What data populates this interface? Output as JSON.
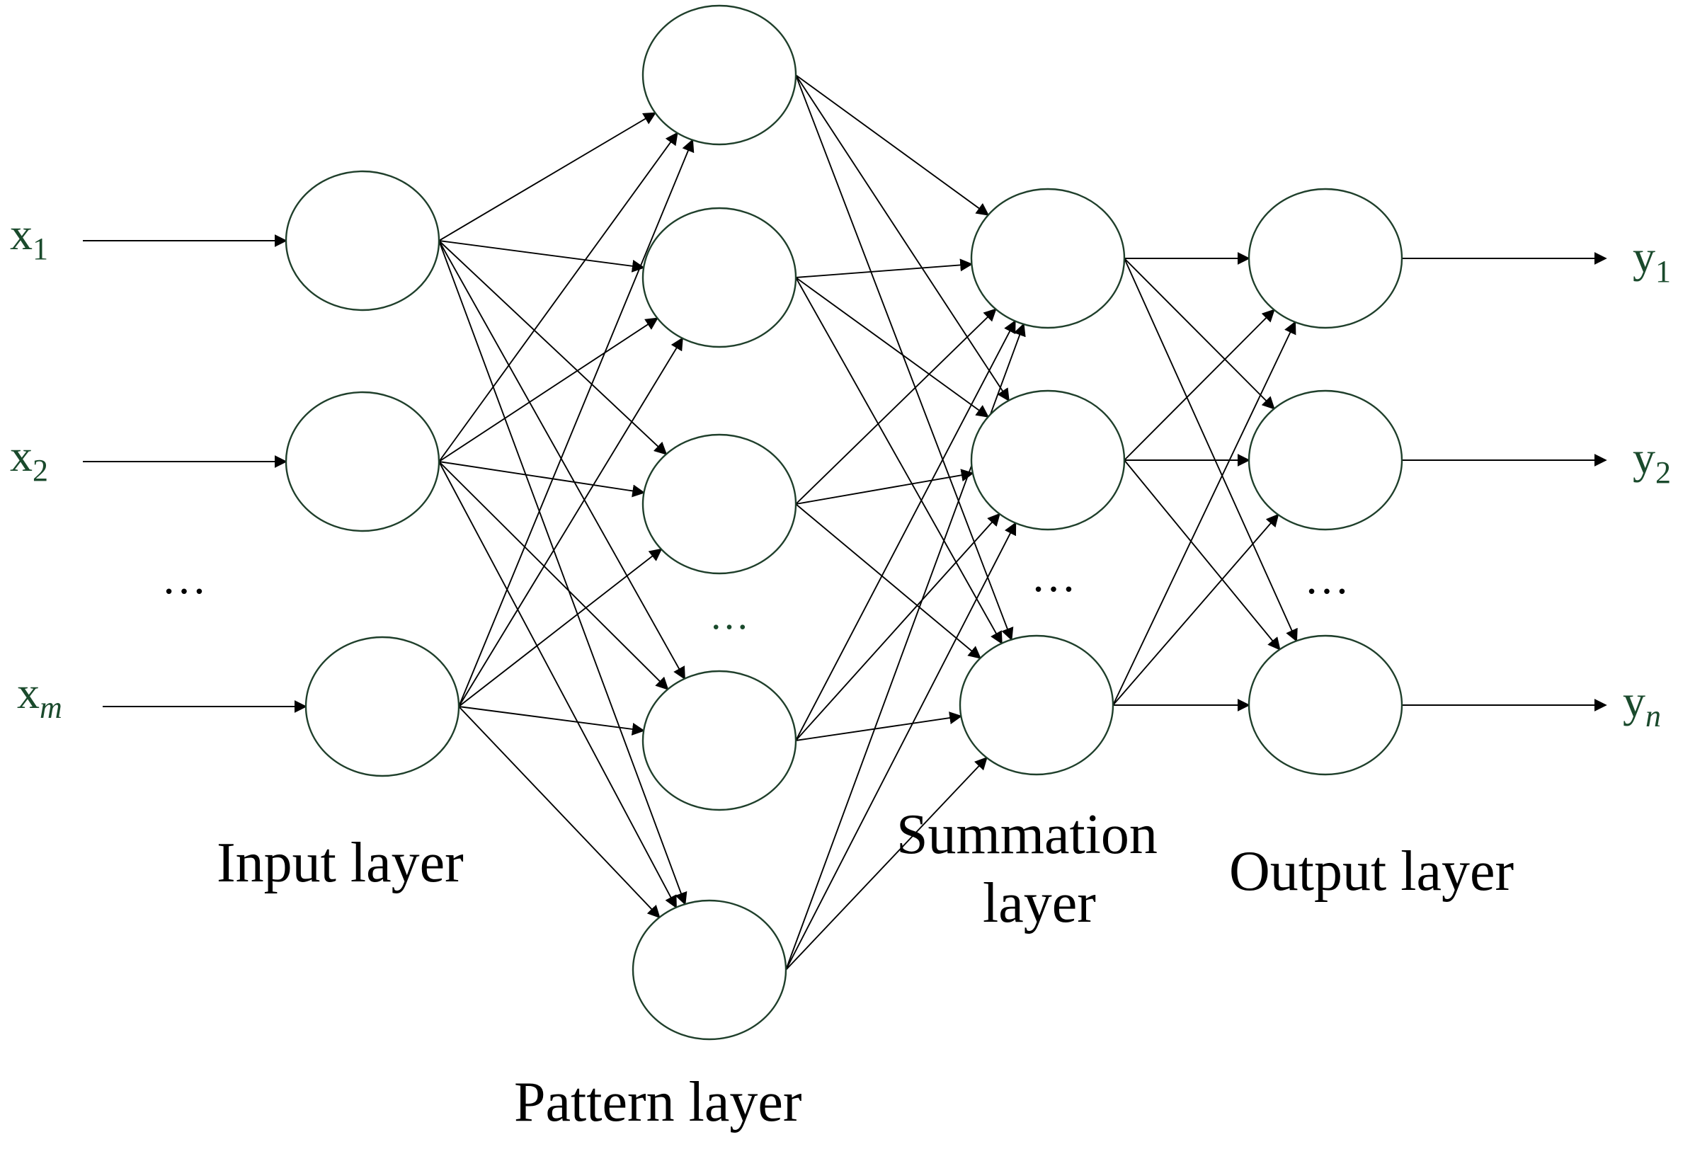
{
  "inputs": [
    {
      "base": "x",
      "sub": "1",
      "sub_italic": false
    },
    {
      "base": "x",
      "sub": "2",
      "sub_italic": false
    },
    {
      "base": "x",
      "sub": "m",
      "sub_italic": true
    }
  ],
  "outputs": [
    {
      "base": "y",
      "sub": "1",
      "sub_italic": false
    },
    {
      "base": "y",
      "sub": "2",
      "sub_italic": false
    },
    {
      "base": "y",
      "sub": "n",
      "sub_italic": true
    }
  ],
  "layer_labels": {
    "input": "Input layer",
    "pattern": "Pattern layer",
    "summation_line1": "Summation",
    "summation_line2": "layer",
    "output": "Output layer"
  },
  "ellipsis": {
    "inputs": "…",
    "pattern": "…",
    "summation": "…",
    "output": "…"
  },
  "node_counts": {
    "input": 3,
    "pattern": 5,
    "summation": 3,
    "output": 3
  },
  "connections": {
    "input_to_pattern": "full",
    "pattern_to_summation": "full",
    "summation_to_output": "full"
  },
  "colors": {
    "node_stroke": "#1f3f2b",
    "symbol_text": "#1a4a2c",
    "edge": "#000000",
    "label_text": "#000000"
  }
}
